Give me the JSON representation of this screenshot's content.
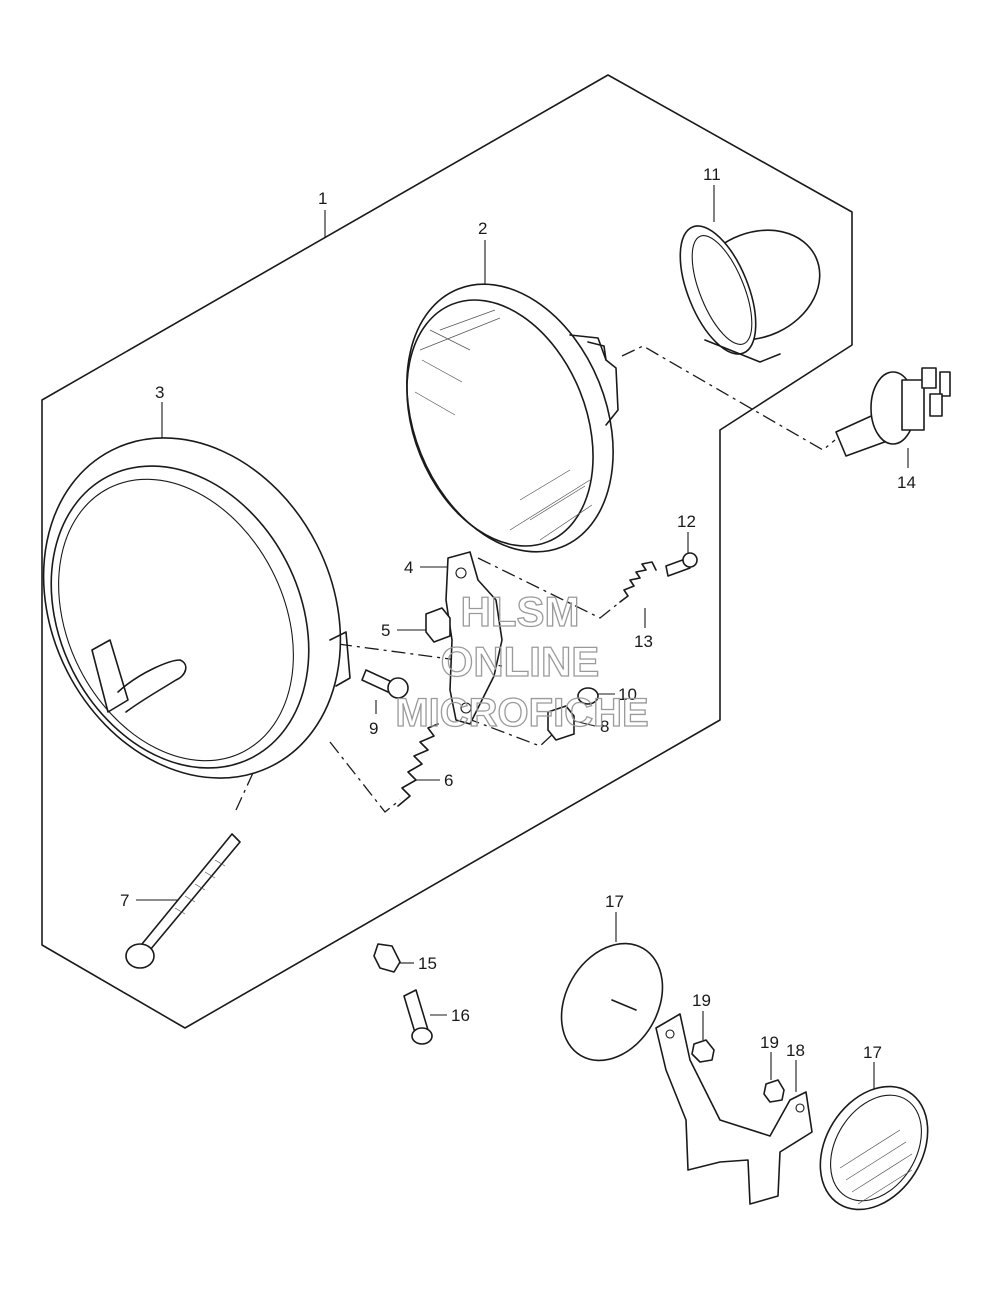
{
  "callouts": [
    {
      "id": "1",
      "label": "1"
    },
    {
      "id": "2",
      "label": "2"
    },
    {
      "id": "3",
      "label": "3"
    },
    {
      "id": "4",
      "label": "4"
    },
    {
      "id": "5",
      "label": "5"
    },
    {
      "id": "6",
      "label": "6"
    },
    {
      "id": "7",
      "label": "7"
    },
    {
      "id": "8",
      "label": "8"
    },
    {
      "id": "9",
      "label": "9"
    },
    {
      "id": "10",
      "label": "10"
    },
    {
      "id": "11",
      "label": "11"
    },
    {
      "id": "12",
      "label": "12"
    },
    {
      "id": "13",
      "label": "13"
    },
    {
      "id": "14",
      "label": "14"
    },
    {
      "id": "15",
      "label": "15"
    },
    {
      "id": "16",
      "label": "16"
    },
    {
      "id": "17a",
      "label": "17"
    },
    {
      "id": "17b",
      "label": "17"
    },
    {
      "id": "18",
      "label": "18"
    },
    {
      "id": "19a",
      "label": "19"
    },
    {
      "id": "19b",
      "label": "19"
    }
  ],
  "watermark": {
    "line1": "HLSM",
    "line2": "ONLINE",
    "line3": "MICROFICHE"
  }
}
